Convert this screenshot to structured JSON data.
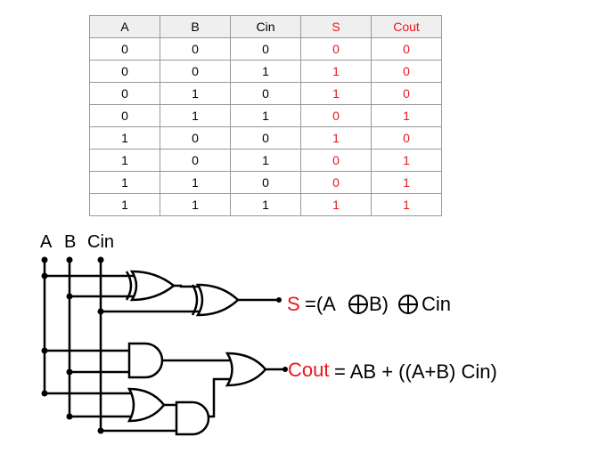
{
  "truth_table": {
    "headers": [
      "A",
      "B",
      "Cin",
      "S",
      "Cout"
    ],
    "output_headers": [
      "S",
      "Cout"
    ],
    "rows": [
      [
        "0",
        "0",
        "0",
        "0",
        "0"
      ],
      [
        "0",
        "0",
        "1",
        "1",
        "0"
      ],
      [
        "0",
        "1",
        "0",
        "1",
        "0"
      ],
      [
        "0",
        "1",
        "1",
        "0",
        "1"
      ],
      [
        "1",
        "0",
        "0",
        "1",
        "0"
      ],
      [
        "1",
        "0",
        "1",
        "0",
        "1"
      ],
      [
        "1",
        "1",
        "0",
        "0",
        "1"
      ],
      [
        "1",
        "1",
        "1",
        "1",
        "1"
      ]
    ]
  },
  "circuit": {
    "input_labels": [
      "A",
      "B",
      "Cin"
    ],
    "sum_output": {
      "name": "S",
      "equation_prefix": "=(A",
      "equation_mid": "B)",
      "equation_suffix": "Cin"
    },
    "carry_output": {
      "name": "Cout",
      "equation": "= AB + ((A+B) Cin)"
    }
  },
  "colors": {
    "output": "#e8161c",
    "wire": "#000000",
    "grid": "#999999",
    "header_bg": "#efefef"
  }
}
